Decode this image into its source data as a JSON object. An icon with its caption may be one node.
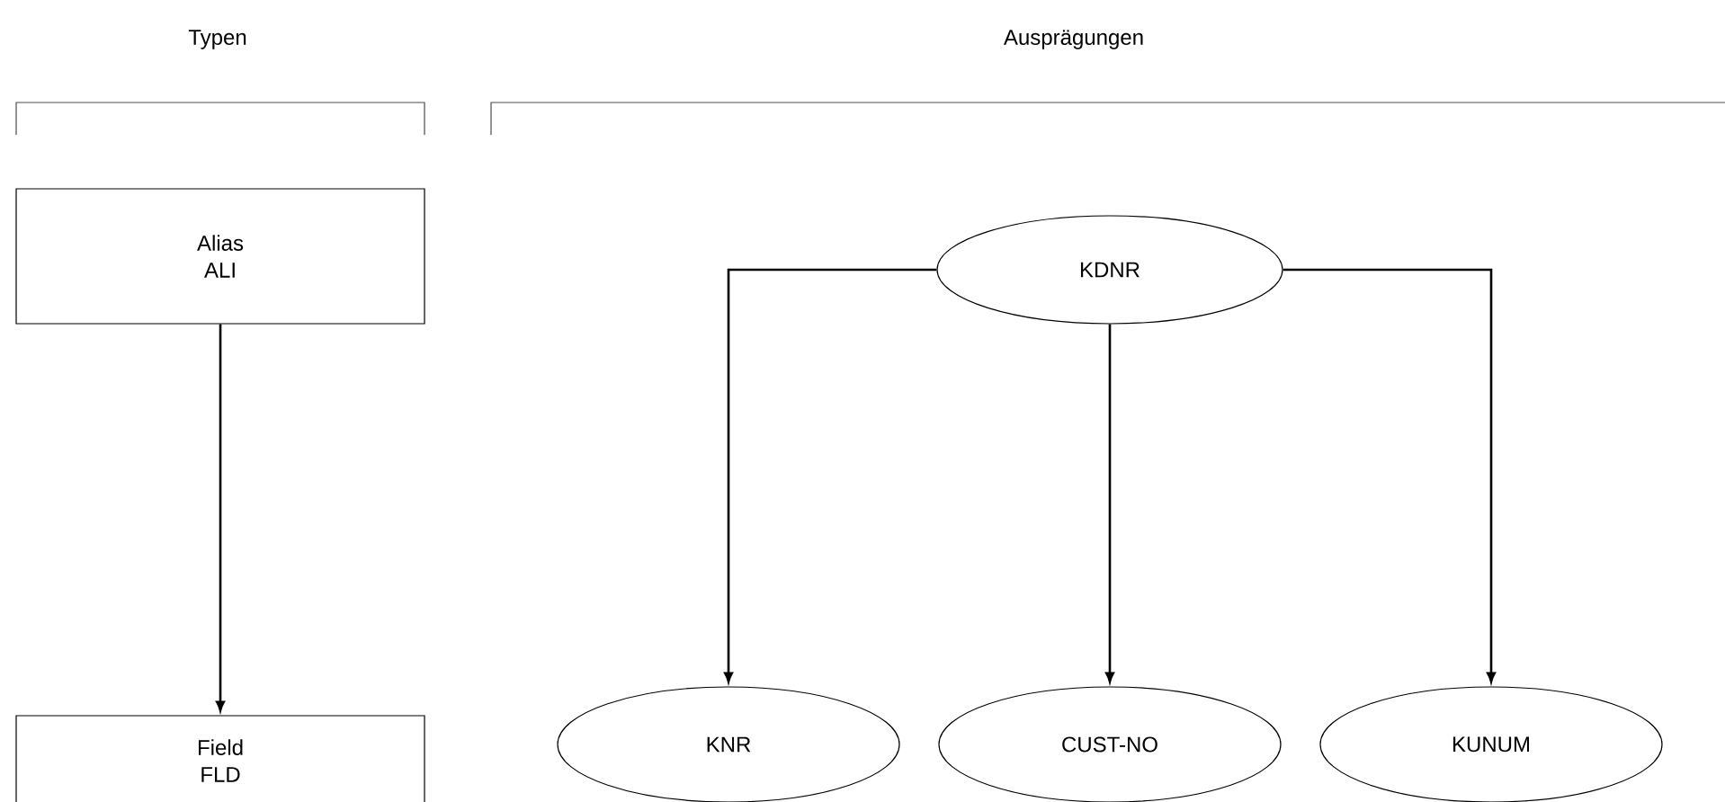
{
  "diagram": {
    "nodes": [
      {
        "text": [
          "Alias",
          "ALI"
        ]
      },
      {
        "text": [
          "KDNR"
        ]
      },
      {
        "text": [
          "Field",
          "FLD"
        ]
      },
      {
        "text": [
          "KNR"
        ]
      },
      {
        "text": [
          "CUST-NO"
        ]
      },
      {
        "text": [
          "KUNUM"
        ]
      }
    ],
    "edges": [
      {
        "from": 0,
        "to": 2,
        "arrow": "to"
      },
      {
        "from": 1,
        "to": 3,
        "arrow": "to"
      },
      {
        "from": 1,
        "to": 4,
        "arrow": "to"
      },
      {
        "from": 1,
        "to": 5,
        "arrow": "to"
      }
    ],
    "labels": [
      "Typen",
      "Ausprägungen"
    ]
  }
}
